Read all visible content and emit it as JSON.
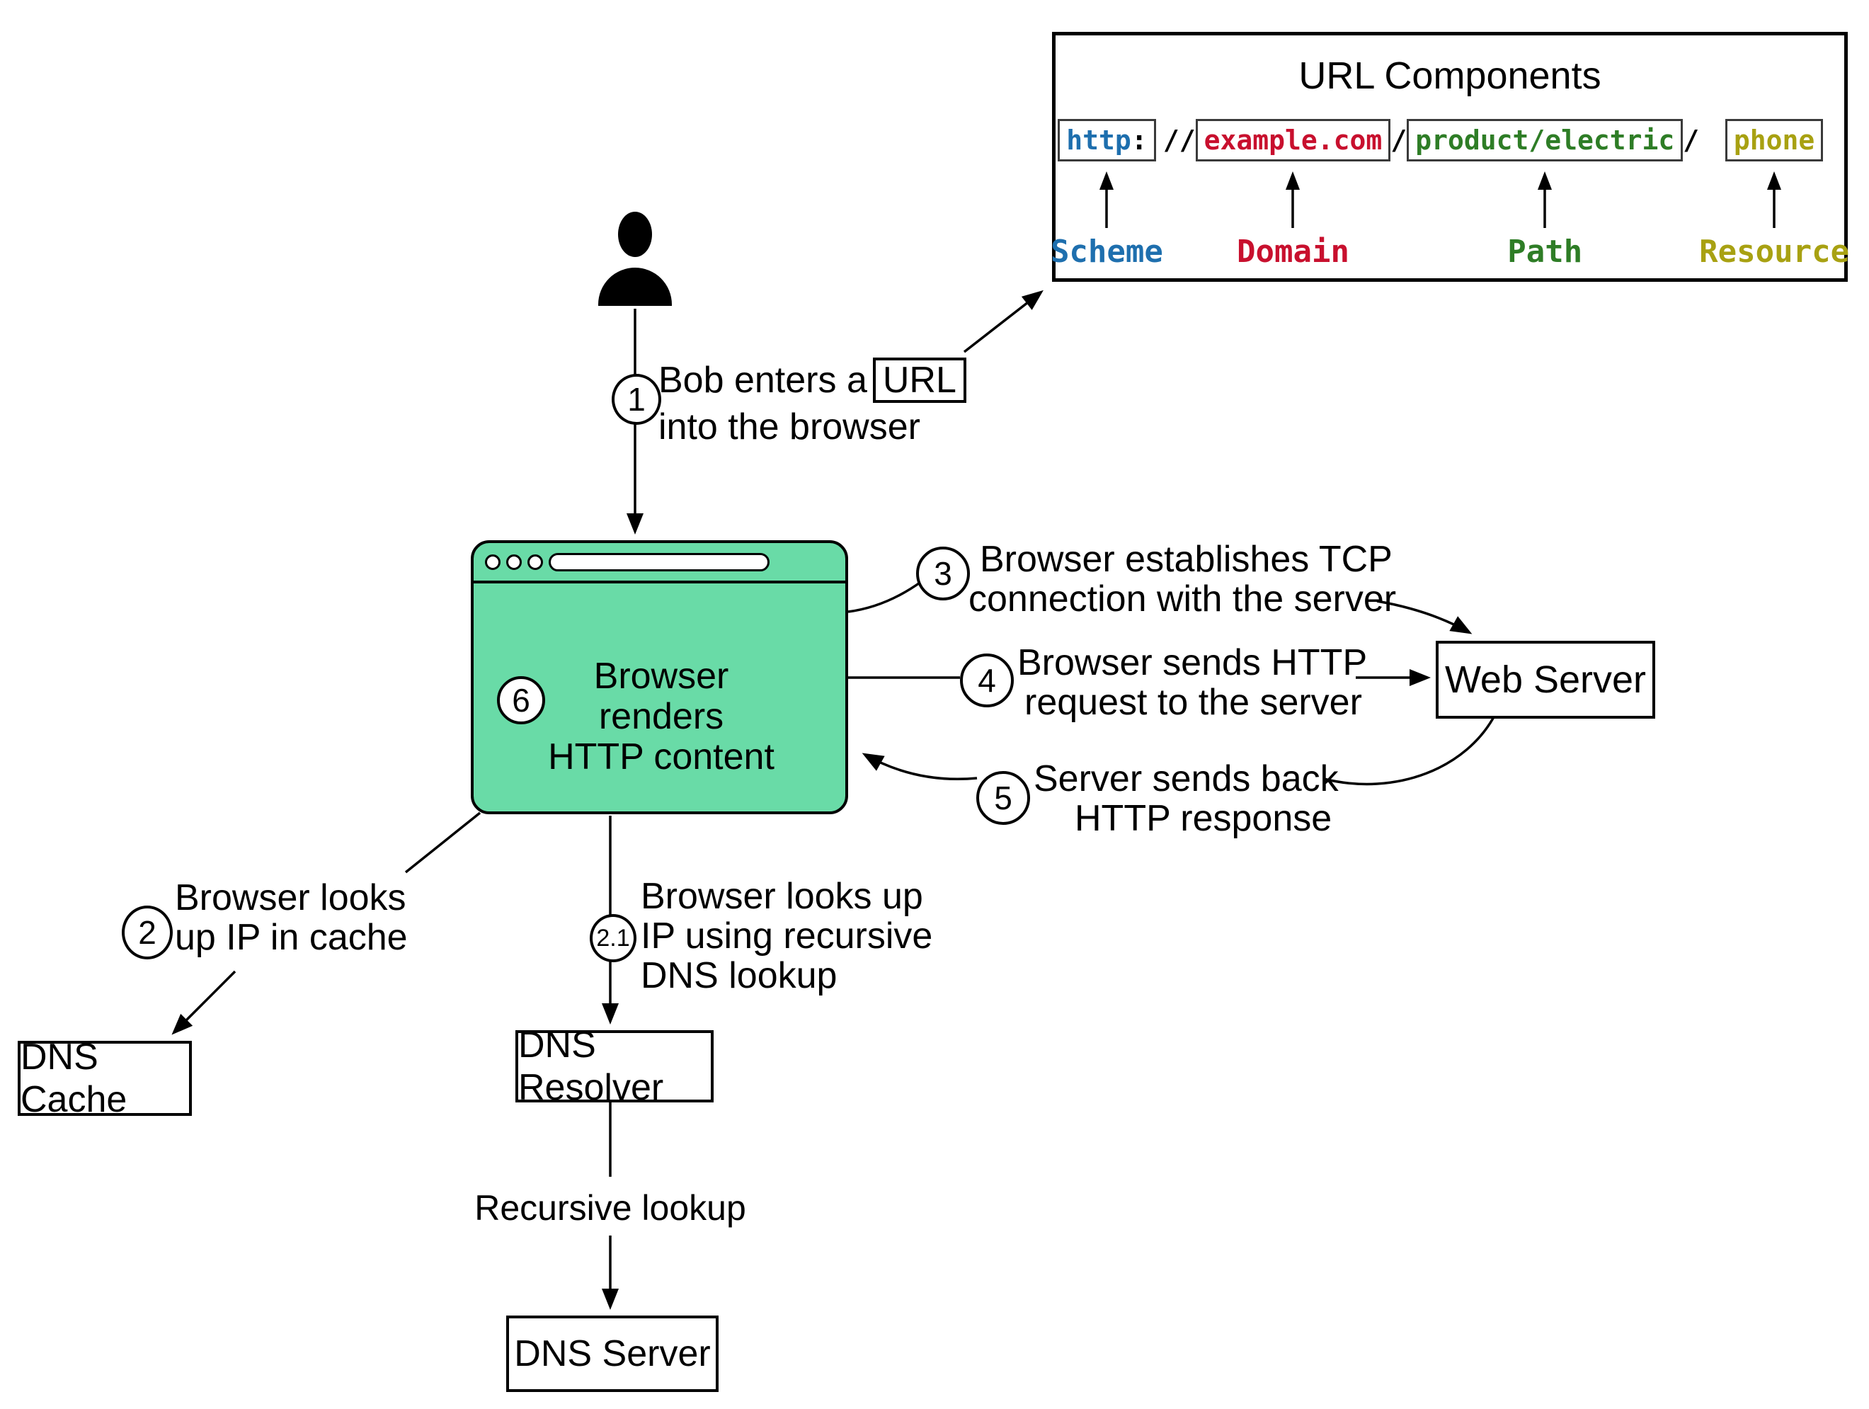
{
  "panel": {
    "title": "URL Components",
    "url": {
      "scheme": "http",
      "colon": ":",
      "slashes": "//",
      "domain": "example.com",
      "slash1": "/",
      "path": "product/electric",
      "slash2": "/",
      "resource": "phone"
    },
    "labels": {
      "scheme": "Scheme",
      "domain": "Domain",
      "path": "Path",
      "resource": "Resource"
    },
    "colors": {
      "scheme": "#1E6FAE",
      "domain": "#C8102E",
      "path": "#2E7D26",
      "resource": "#A8A112"
    }
  },
  "steps": {
    "s1": {
      "num": "1",
      "line1": "Bob enters a",
      "url_word": "URL",
      "line2": "into the browser"
    },
    "s2": {
      "num": "2",
      "line1": "Browser looks",
      "line2": "up IP in cache"
    },
    "s21": {
      "num": "2.1",
      "line1": "Browser looks up",
      "line2": "IP using recursive",
      "line3": "DNS lookup"
    },
    "s3": {
      "num": "3",
      "line1": "Browser establishes TCP",
      "line2": "connection with the server"
    },
    "s4": {
      "num": "4",
      "line1": "Browser sends HTTP",
      "line2": "request to the server"
    },
    "s5": {
      "num": "5",
      "line1": "Server sends back",
      "line2": "HTTP response"
    },
    "s6": {
      "num": "6",
      "line1": "Browser renders",
      "line2": "HTTP content"
    }
  },
  "nodes": {
    "web_server": "Web Server",
    "dns_cache": "DNS Cache",
    "dns_resolver": "DNS Resolver",
    "dns_server": "DNS Server",
    "recursive_lookup": "Recursive lookup"
  },
  "browser": {
    "fill": "#69DBA7"
  },
  "line_color": "#000000"
}
